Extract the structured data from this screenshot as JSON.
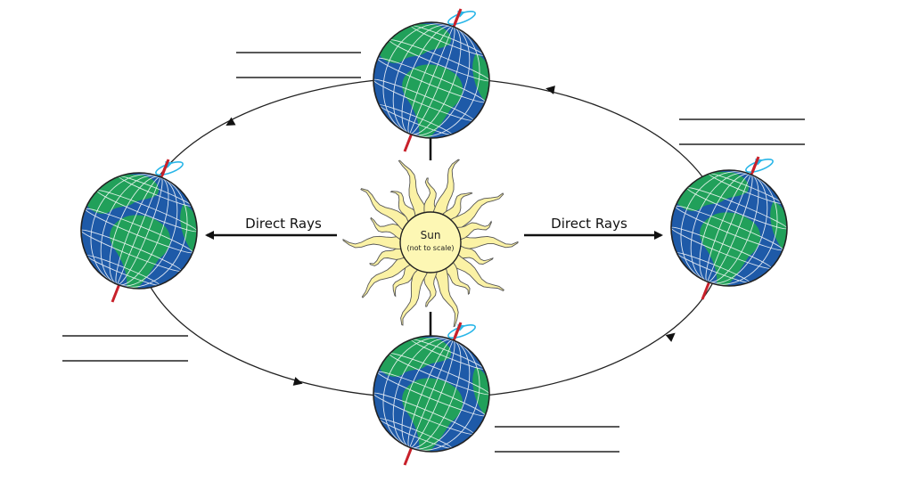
{
  "sun": {
    "title": "Sun",
    "subtitle": "(not to scale)"
  },
  "rays": {
    "left_label": "Direct Rays",
    "right_label": "Direct Rays"
  },
  "colors": {
    "ocean": "#1e5aa8",
    "land": "#21a05a",
    "outline": "#222222",
    "sun_core": "#fdf7b4",
    "sun_flare": "#fbf2a5",
    "axis": "#c8202a",
    "rotation": "#29b6e8"
  },
  "earths": [
    "top",
    "left",
    "right",
    "bottom"
  ],
  "blanks": [
    "top-left",
    "right",
    "bottom-left",
    "bottom-right"
  ]
}
